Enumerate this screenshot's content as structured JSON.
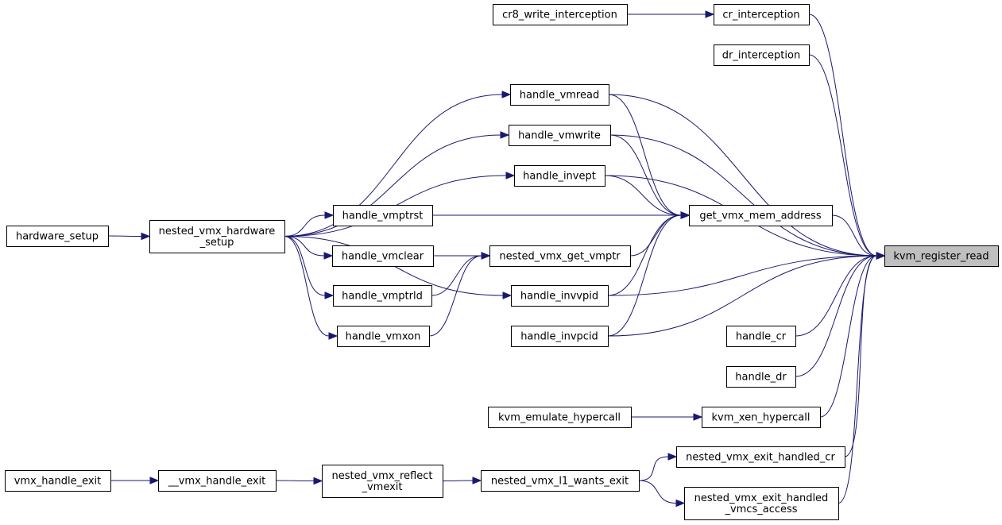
{
  "diagram": {
    "colors": {
      "edge": "#191970",
      "node_border": "#000000",
      "node_fill": "#ffffff",
      "highlight_fill": "#bfbfbf"
    },
    "nodes": {
      "kvm_register_read": [
        "kvm_register_read"
      ],
      "cr_interception": [
        "cr_interception"
      ],
      "cr8_write_interception": [
        "cr8_write_interception"
      ],
      "dr_interception": [
        "dr_interception"
      ],
      "handle_vmread": [
        "handle_vmread"
      ],
      "handle_vmwrite": [
        "handle_vmwrite"
      ],
      "handle_invept": [
        "handle_invept"
      ],
      "get_vmx_mem_address": [
        "get_vmx_mem_address"
      ],
      "handle_vmptrst": [
        "handle_vmptrst"
      ],
      "handle_vmclear": [
        "handle_vmclear"
      ],
      "nested_vmx_get_vmptr": [
        "nested_vmx_get_vmptr"
      ],
      "handle_vmptrld": [
        "handle_vmptrld"
      ],
      "handle_vmxon": [
        "handle_vmxon"
      ],
      "handle_invvpid": [
        "handle_invvpid"
      ],
      "handle_invpcid": [
        "handle_invpcid"
      ],
      "nested_vmx_hardware_setup": [
        "nested_vmx_hardware",
        "_setup"
      ],
      "hardware_setup": [
        "hardware_setup"
      ],
      "handle_cr": [
        "handle_cr"
      ],
      "handle_dr": [
        "handle_dr"
      ],
      "kvm_xen_hypercall": [
        "kvm_xen_hypercall"
      ],
      "kvm_emulate_hypercall": [
        "kvm_emulate_hypercall"
      ],
      "nested_vmx_exit_handled_cr": [
        "nested_vmx_exit_handled_cr"
      ],
      "nested_vmx_exit_handled_vmcs_access": [
        "nested_vmx_exit_handled",
        "_vmcs_access"
      ],
      "nested_vmx_l1_wants_exit": [
        "nested_vmx_l1_wants_exit"
      ],
      "nested_vmx_reflect_vmexit": [
        "nested_vmx_reflect",
        "_vmexit"
      ],
      "__vmx_handle_exit": [
        "__vmx_handle_exit"
      ],
      "vmx_handle_exit": [
        "vmx_handle_exit"
      ]
    },
    "highlighted": "kvm_register_read",
    "edges": [
      [
        "cr_interception",
        "kvm_register_read"
      ],
      [
        "cr8_write_interception",
        "cr_interception"
      ],
      [
        "dr_interception",
        "kvm_register_read"
      ],
      [
        "handle_vmread",
        "kvm_register_read"
      ],
      [
        "handle_vmread",
        "get_vmx_mem_address"
      ],
      [
        "handle_vmwrite",
        "kvm_register_read"
      ],
      [
        "handle_vmwrite",
        "get_vmx_mem_address"
      ],
      [
        "handle_invept",
        "kvm_register_read"
      ],
      [
        "handle_invept",
        "get_vmx_mem_address"
      ],
      [
        "get_vmx_mem_address",
        "kvm_register_read"
      ],
      [
        "handle_vmptrst",
        "get_vmx_mem_address"
      ],
      [
        "nested_vmx_get_vmptr",
        "get_vmx_mem_address"
      ],
      [
        "handle_vmclear",
        "nested_vmx_get_vmptr"
      ],
      [
        "handle_vmptrld",
        "nested_vmx_get_vmptr"
      ],
      [
        "handle_vmxon",
        "nested_vmx_get_vmptr"
      ],
      [
        "handle_invvpid",
        "kvm_register_read"
      ],
      [
        "handle_invvpid",
        "get_vmx_mem_address"
      ],
      [
        "handle_invpcid",
        "kvm_register_read"
      ],
      [
        "handle_invpcid",
        "get_vmx_mem_address"
      ],
      [
        "nested_vmx_hardware_setup",
        "handle_vmread"
      ],
      [
        "nested_vmx_hardware_setup",
        "handle_vmwrite"
      ],
      [
        "nested_vmx_hardware_setup",
        "handle_invept"
      ],
      [
        "nested_vmx_hardware_setup",
        "handle_vmptrst"
      ],
      [
        "nested_vmx_hardware_setup",
        "handle_vmclear"
      ],
      [
        "nested_vmx_hardware_setup",
        "handle_vmptrld"
      ],
      [
        "nested_vmx_hardware_setup",
        "handle_vmxon"
      ],
      [
        "nested_vmx_hardware_setup",
        "handle_invvpid"
      ],
      [
        "hardware_setup",
        "nested_vmx_hardware_setup"
      ],
      [
        "handle_cr",
        "kvm_register_read"
      ],
      [
        "handle_dr",
        "kvm_register_read"
      ],
      [
        "kvm_xen_hypercall",
        "kvm_register_read"
      ],
      [
        "kvm_emulate_hypercall",
        "kvm_xen_hypercall"
      ],
      [
        "nested_vmx_exit_handled_cr",
        "kvm_register_read"
      ],
      [
        "nested_vmx_exit_handled_vmcs_access",
        "kvm_register_read"
      ],
      [
        "nested_vmx_l1_wants_exit",
        "nested_vmx_exit_handled_cr"
      ],
      [
        "nested_vmx_l1_wants_exit",
        "nested_vmx_exit_handled_vmcs_access"
      ],
      [
        "nested_vmx_reflect_vmexit",
        "nested_vmx_l1_wants_exit"
      ],
      [
        "__vmx_handle_exit",
        "nested_vmx_reflect_vmexit"
      ],
      [
        "vmx_handle_exit",
        "__vmx_handle_exit"
      ]
    ]
  }
}
